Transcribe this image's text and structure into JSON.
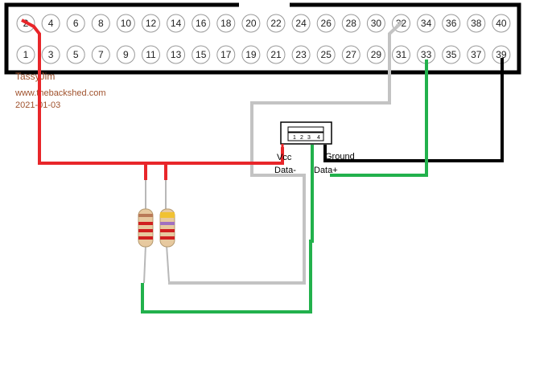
{
  "credits": {
    "author": "TassyJim",
    "website": "www.thebackshed.com",
    "date": "2021-01-03"
  },
  "header": {
    "top_row": [
      "2",
      "4",
      "6",
      "8",
      "10",
      "12",
      "14",
      "16",
      "18",
      "20",
      "22",
      "24",
      "26",
      "28",
      "30",
      "32",
      "34",
      "36",
      "38",
      "40"
    ],
    "bottom_row": [
      "1",
      "3",
      "5",
      "7",
      "9",
      "11",
      "13",
      "15",
      "17",
      "19",
      "21",
      "23",
      "25",
      "27",
      "29",
      "31",
      "33",
      "35",
      "37",
      "39"
    ]
  },
  "usb_connector": {
    "pin_numbers": [
      "1",
      "2",
      "3",
      "4"
    ],
    "labels": {
      "vcc": "Vcc",
      "ground": "Ground",
      "data_minus": "Data-",
      "data_plus": "Data+"
    }
  },
  "colors": {
    "vcc_wire": "#e8262a",
    "data_minus_wire": "#c3c3c3",
    "data_plus_wire": "#22b14c",
    "ground_wire": "#000000",
    "pin_circle_stroke": "#999999"
  }
}
